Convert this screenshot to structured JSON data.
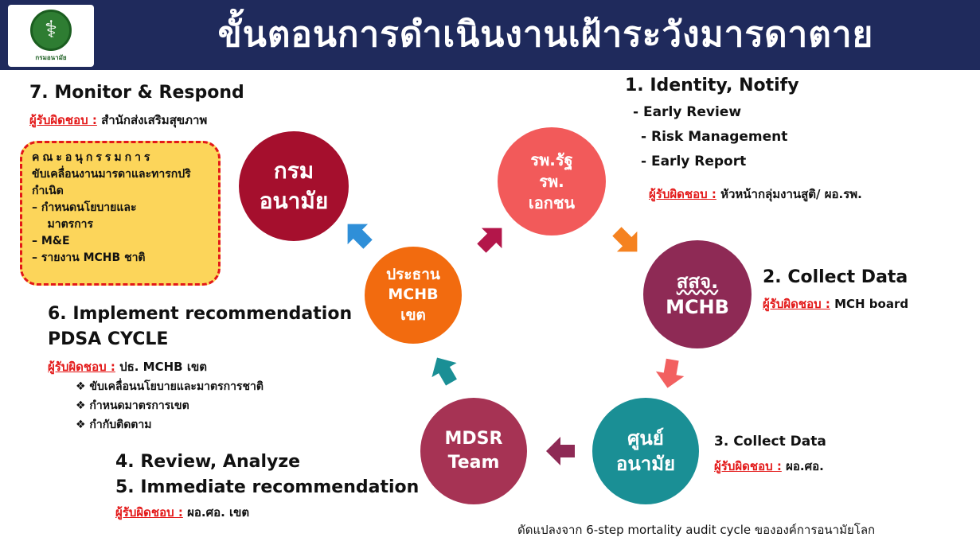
{
  "header": {
    "title": "ขั้นตอนการดำเนินงานเฝ้าระวังมารดาตาย",
    "logo_text": "กรมอนามัย"
  },
  "colors": {
    "header_bg": "#1f2a5c",
    "kram": "#a50f2d",
    "hosp": "#f25a5a",
    "ssj": "#8e2a55",
    "sun": "#1a8f95",
    "mdsr": "#a63354",
    "pt": "#f26b0f",
    "committee_bg": "#fcd55a",
    "resp_label": "#e31818"
  },
  "nodes": {
    "kram": [
      "กรม",
      "อนามัย"
    ],
    "hosp": [
      "รพ.รัฐ",
      "รพ.",
      "เอกชน"
    ],
    "ssj": [
      "สสจ.",
      "MCHB"
    ],
    "sun": [
      "ศูนย์",
      "อนามัย"
    ],
    "mdsr": [
      "MDSR",
      "Team"
    ],
    "pt": [
      "ประธาน",
      "MCHB",
      "เขต"
    ]
  },
  "resp_label": "ผู้รับผิดชอบ :",
  "steps": {
    "s7": {
      "title": "7. Monitor & Respond",
      "resp": "สำนักส่งเสริมสุขภาพ"
    },
    "s1": {
      "title": "1. Identity, Notify",
      "items": [
        "- Early Review",
        "- Risk Management",
        "- Early Report"
      ],
      "resp": "หัวหน้ากลุ่มงานสูติ/ ผอ.รพ."
    },
    "s2": {
      "title": "2. Collect Data",
      "resp": "MCH board"
    },
    "s3": {
      "title": "3. Collect Data",
      "resp": "ผอ.ศอ."
    },
    "s45": {
      "title1": "4. Review, Analyze",
      "title2": "5. Immediate recommendation",
      "resp": "ผอ.ศอ. เขต"
    },
    "s6": {
      "title1": "6. Implement recommendation",
      "title2": "PDSA CYCLE",
      "resp": "ปธ. MCHB เขต",
      "bullets": [
        "❖  ขับเคลื่อนนโยบายและมาตรการชาติ",
        "❖  กำหนดมาตรการเขต",
        "❖  กำกับติดตาม"
      ]
    }
  },
  "committee": {
    "title": "คณะอนุกรรมการ",
    "subtitle": "ขับเคลื่อนงานมารดาและทารกปริกำเนิด",
    "items": [
      "–  กำหนดนโยบายและ",
      "    มาตรการ",
      "–  M&E",
      "–  รายงาน MCHB ชาติ"
    ]
  },
  "footer": "ดัดแปลงจาก 6-step mortality audit cycle ขององค์การอนามัยโลก"
}
